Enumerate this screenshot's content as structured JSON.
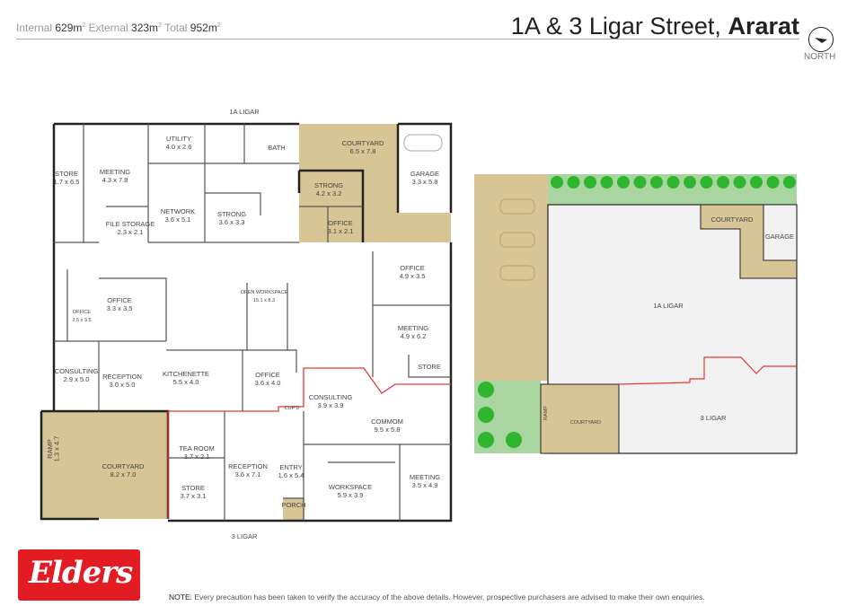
{
  "header": {
    "internal_label": "Internal",
    "internal_value": "629m",
    "external_label": "External",
    "external_value": "323m",
    "total_label": "Total",
    "total_value": "952m",
    "unit_sup": "2",
    "address": "1A & 3 Ligar Street,",
    "town": "Ararat",
    "north": "NORTH"
  },
  "floorplan": {
    "street_top": "1A LIGAR",
    "street_bottom": "3 LIGAR",
    "rooms": [
      {
        "name": "STORE",
        "dims": "1.7 x 6.5"
      },
      {
        "name": "MEETING",
        "dims": "4.3 x 7.8"
      },
      {
        "name": "UTILITY",
        "dims": "4.0 x 2.6"
      },
      {
        "name": "BATH",
        "dims": ""
      },
      {
        "name": "COURTYARD",
        "dims": "6.5 x 7.8"
      },
      {
        "name": "GARAGE",
        "dims": "3.3 x 5.8"
      },
      {
        "name": "STRONG",
        "dims": "4.2 x 3.2"
      },
      {
        "name": "FILE STORAGE",
        "dims": "2.3 x 2.1"
      },
      {
        "name": "NETWORK",
        "dims": "3.6 x 5.1"
      },
      {
        "name": "STRONG",
        "dims": "3.6 x 3.3"
      },
      {
        "name": "OFFICE",
        "dims": "3.1 x 2.1"
      },
      {
        "name": "OFFICE",
        "dims": "4.9 x 3.5"
      },
      {
        "name": "OPEN WORKSPACE",
        "dims": "15.1 x 8.3"
      },
      {
        "name": "OFFICE",
        "dims": "3.3 x 3.5"
      },
      {
        "name": "OFFICE",
        "dims": "2.5 x 3.5"
      },
      {
        "name": "MEETING",
        "dims": "4.9 x 6.2"
      },
      {
        "name": "STORE",
        "dims": ""
      },
      {
        "name": "CONSULTING",
        "dims": "2.9 x 5.0"
      },
      {
        "name": "RECEPTION",
        "dims": "3.0 x 5.0"
      },
      {
        "name": "KITCHENETTE",
        "dims": "5.5 x 4.0"
      },
      {
        "name": "OFFICE",
        "dims": "3.6 x 4.0"
      },
      {
        "name": "CONSULTING",
        "dims": "3.9 x 3.9"
      },
      {
        "name": "CUP'D",
        "dims": ""
      },
      {
        "name": "COMMOM",
        "dims": "9.5 x 5.8"
      },
      {
        "name": "TEA ROOM",
        "dims": "3.7 x 2.1"
      },
      {
        "name": "RAMP",
        "dims": "1.3 x 4.7"
      },
      {
        "name": "COURTYARD",
        "dims": "8.2 x 7.0"
      },
      {
        "name": "RECEPTION",
        "dims": "3.6 x 7.1"
      },
      {
        "name": "ENTRY",
        "dims": "1.6 x 5.4"
      },
      {
        "name": "STORE",
        "dims": "3.7 x 3.1"
      },
      {
        "name": "WORKSPACE",
        "dims": "5.9 x 3.9"
      },
      {
        "name": "MEETING",
        "dims": "3.5 x 4.9"
      },
      {
        "name": "PORCH",
        "dims": ""
      }
    ]
  },
  "siteplan": {
    "courtyard_top": "COURTYARD",
    "garage": "GARAGE",
    "lot_1a": "1A LIGAR",
    "lot_3": "3 LIGAR",
    "courtyard_bottom": "COURTYARD",
    "ramp": "RAMP"
  },
  "colors": {
    "tan": "#d8c595",
    "green": "#a9d6a0",
    "tree": "#2fb52f",
    "boundary": "#e53935",
    "brand": "#e31b23"
  },
  "logo": {
    "text": "Elders"
  },
  "footer": {
    "note_label": "NOTE:",
    "note": "Every precaution has been taken to verify the accuracy of the above details. However, prospective purchasers are advised to make their own enquiries."
  }
}
